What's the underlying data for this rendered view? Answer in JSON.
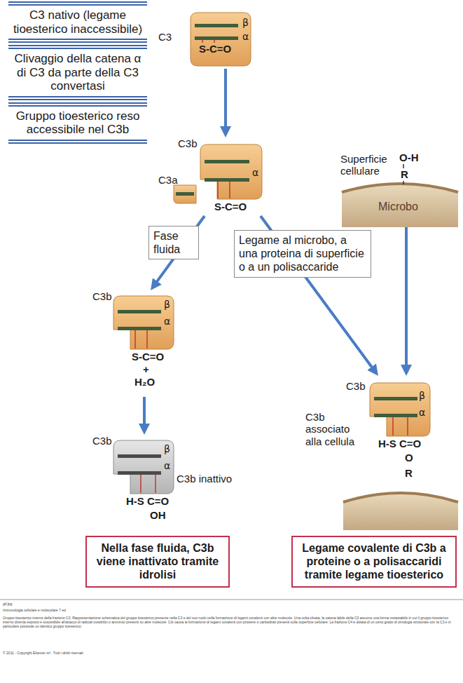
{
  "diagram": {
    "nodes": [
      {
        "text": [
          "C3 nativo (legame tioesterico inaccessibile)"
        ]
      },
      {
        "text": [
          "Clivaggio della catena α di C3 da parte della C3 convertasi"
        ]
      },
      {
        "text": [
          "Gruppo tioesterico reso accessibile nel C3b"
        ]
      },
      {
        "text": [
          "C3",
          "β",
          "S-C=O",
          "α"
        ]
      },
      {
        "text": [
          "C3b",
          "α",
          "S-C=O"
        ]
      },
      {
        "text": [
          "C3a"
        ]
      },
      {
        "text": [
          "Superficie cellulare",
          "O-H",
          "R",
          "Microbo"
        ]
      },
      {
        "text": [
          "C3b",
          "β",
          "α",
          "S-C=O",
          "+",
          "H₂O"
        ]
      },
      {
        "text": [
          "C3b",
          "β",
          "α",
          "H-S C=O",
          "OH",
          "C3b inattivo"
        ]
      },
      {
        "text": [
          "C3b",
          "β",
          "α",
          "H-S C=O",
          "O",
          "R",
          "C3b associato alla cellula"
        ]
      },
      {
        "text": [
          "Nella fase fluida, C3b viene inattivato tramite idrolisi"
        ]
      },
      {
        "text": [
          "Legame covalente di C3b a proteine o a polisaccaridi tramite legame tioesterico"
        ]
      }
    ],
    "edges": [
      {
        "from": 3,
        "to": 4,
        "arrow": "to"
      },
      {
        "from": 4,
        "to": 7,
        "label": "Fase fluida",
        "arrow": "to"
      },
      {
        "from": 4,
        "to": 9,
        "label": "Legame al microbo, a una proteina di superficie o a un polisaccaride",
        "arrow": "to"
      },
      {
        "from": 6,
        "to": 9,
        "arrow": "to"
      },
      {
        "from": 7,
        "to": 8,
        "arrow": "to"
      }
    ],
    "labels": [
      "gif.jpg",
      "Immunologia cellulare e molecolare 7 ed",
      "Gruppo tioesterico interno della frazione C3. Rappresentazione schematica del gruppo tioesterico presente nella C3 e del suo ruolo nella formazione di legami covalenti con altre molecole. Una volta clivata, la catena labile della C3 assume una forma metastabile in cui il gruppo tioesterico interno diventa esposto e suscettibile all'attacco di radicali ossidrilici o amminici presenti su altre molecole. Ciò causa la formazione di legami covalenti con proteine o carboidrati presenti sulla superficie cellulare. La frazione C4 è dotata di un certo grado di omologia strutturale con la C3 e in particolare possiede un identico gruppo tioesterico.",
      "© 2011 - Copyright Elsevier srl - Tutti i diritti riservati"
    ]
  }
}
